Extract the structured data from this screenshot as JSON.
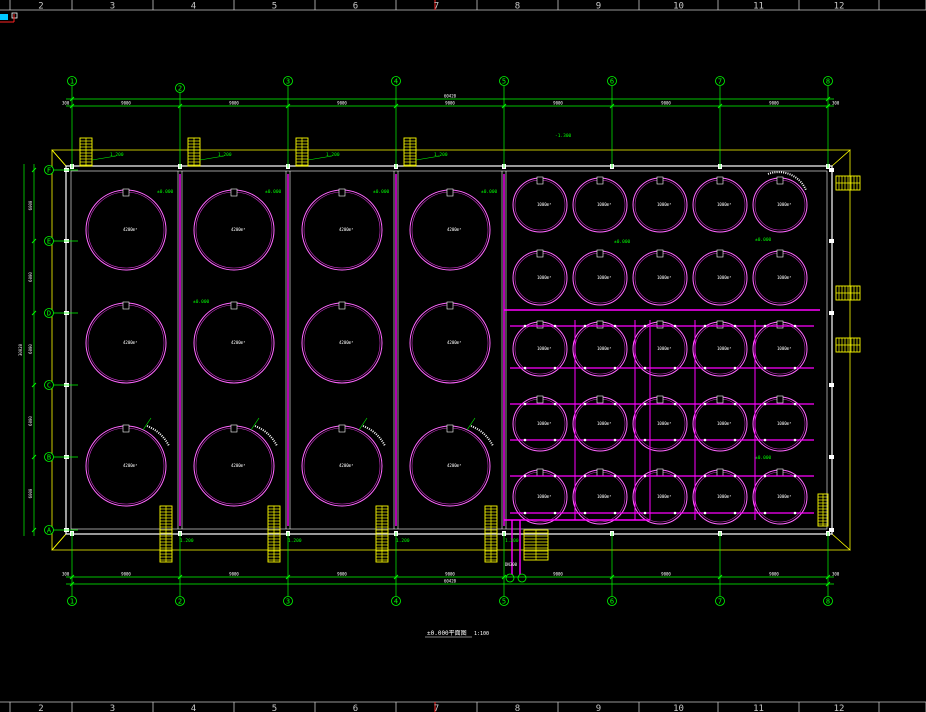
{
  "ruler": {
    "ticks": [
      "2",
      "3",
      "4",
      "5",
      "6",
      "7",
      "8",
      "9",
      "10",
      "11",
      "12"
    ]
  },
  "axes": {
    "columns": [
      "1",
      "2",
      "3",
      "4",
      "5",
      "6",
      "7",
      "8"
    ],
    "rows": [
      "F",
      "E",
      "D",
      "C",
      "B",
      "A"
    ]
  },
  "dimensions": {
    "overall_top": "60420",
    "overall_bottom": "60420",
    "overall_left": "30020",
    "spans_top": [
      "9000",
      "9000",
      "9000",
      "9000",
      "9000",
      "9000",
      "9000"
    ],
    "spans_bottom": [
      "9000",
      "9000",
      "9000",
      "9000",
      "9000",
      "9000",
      "9000"
    ],
    "spans_left": [
      "6000",
      "6000",
      "6000",
      "6000",
      "6000"
    ],
    "end_left": "300",
    "end_right": "300"
  },
  "levels": {
    "roof": "-1.300",
    "floor": "±0.000",
    "stair": "1.200"
  },
  "labels": {
    "big_tank": "4200m³",
    "small_tank": "1000m³",
    "pipe": "DN300"
  },
  "title": {
    "text": "±0.000平面图",
    "scale": "1:100"
  },
  "colors": {
    "background": "#000000",
    "axis": "#00ff00",
    "tank": "#ff44ff",
    "pipe": "#ff00ff",
    "stair": "#ffff00",
    "wall": "#ffffff",
    "ruler": "#c8c8c8",
    "border": "#ff2222"
  }
}
